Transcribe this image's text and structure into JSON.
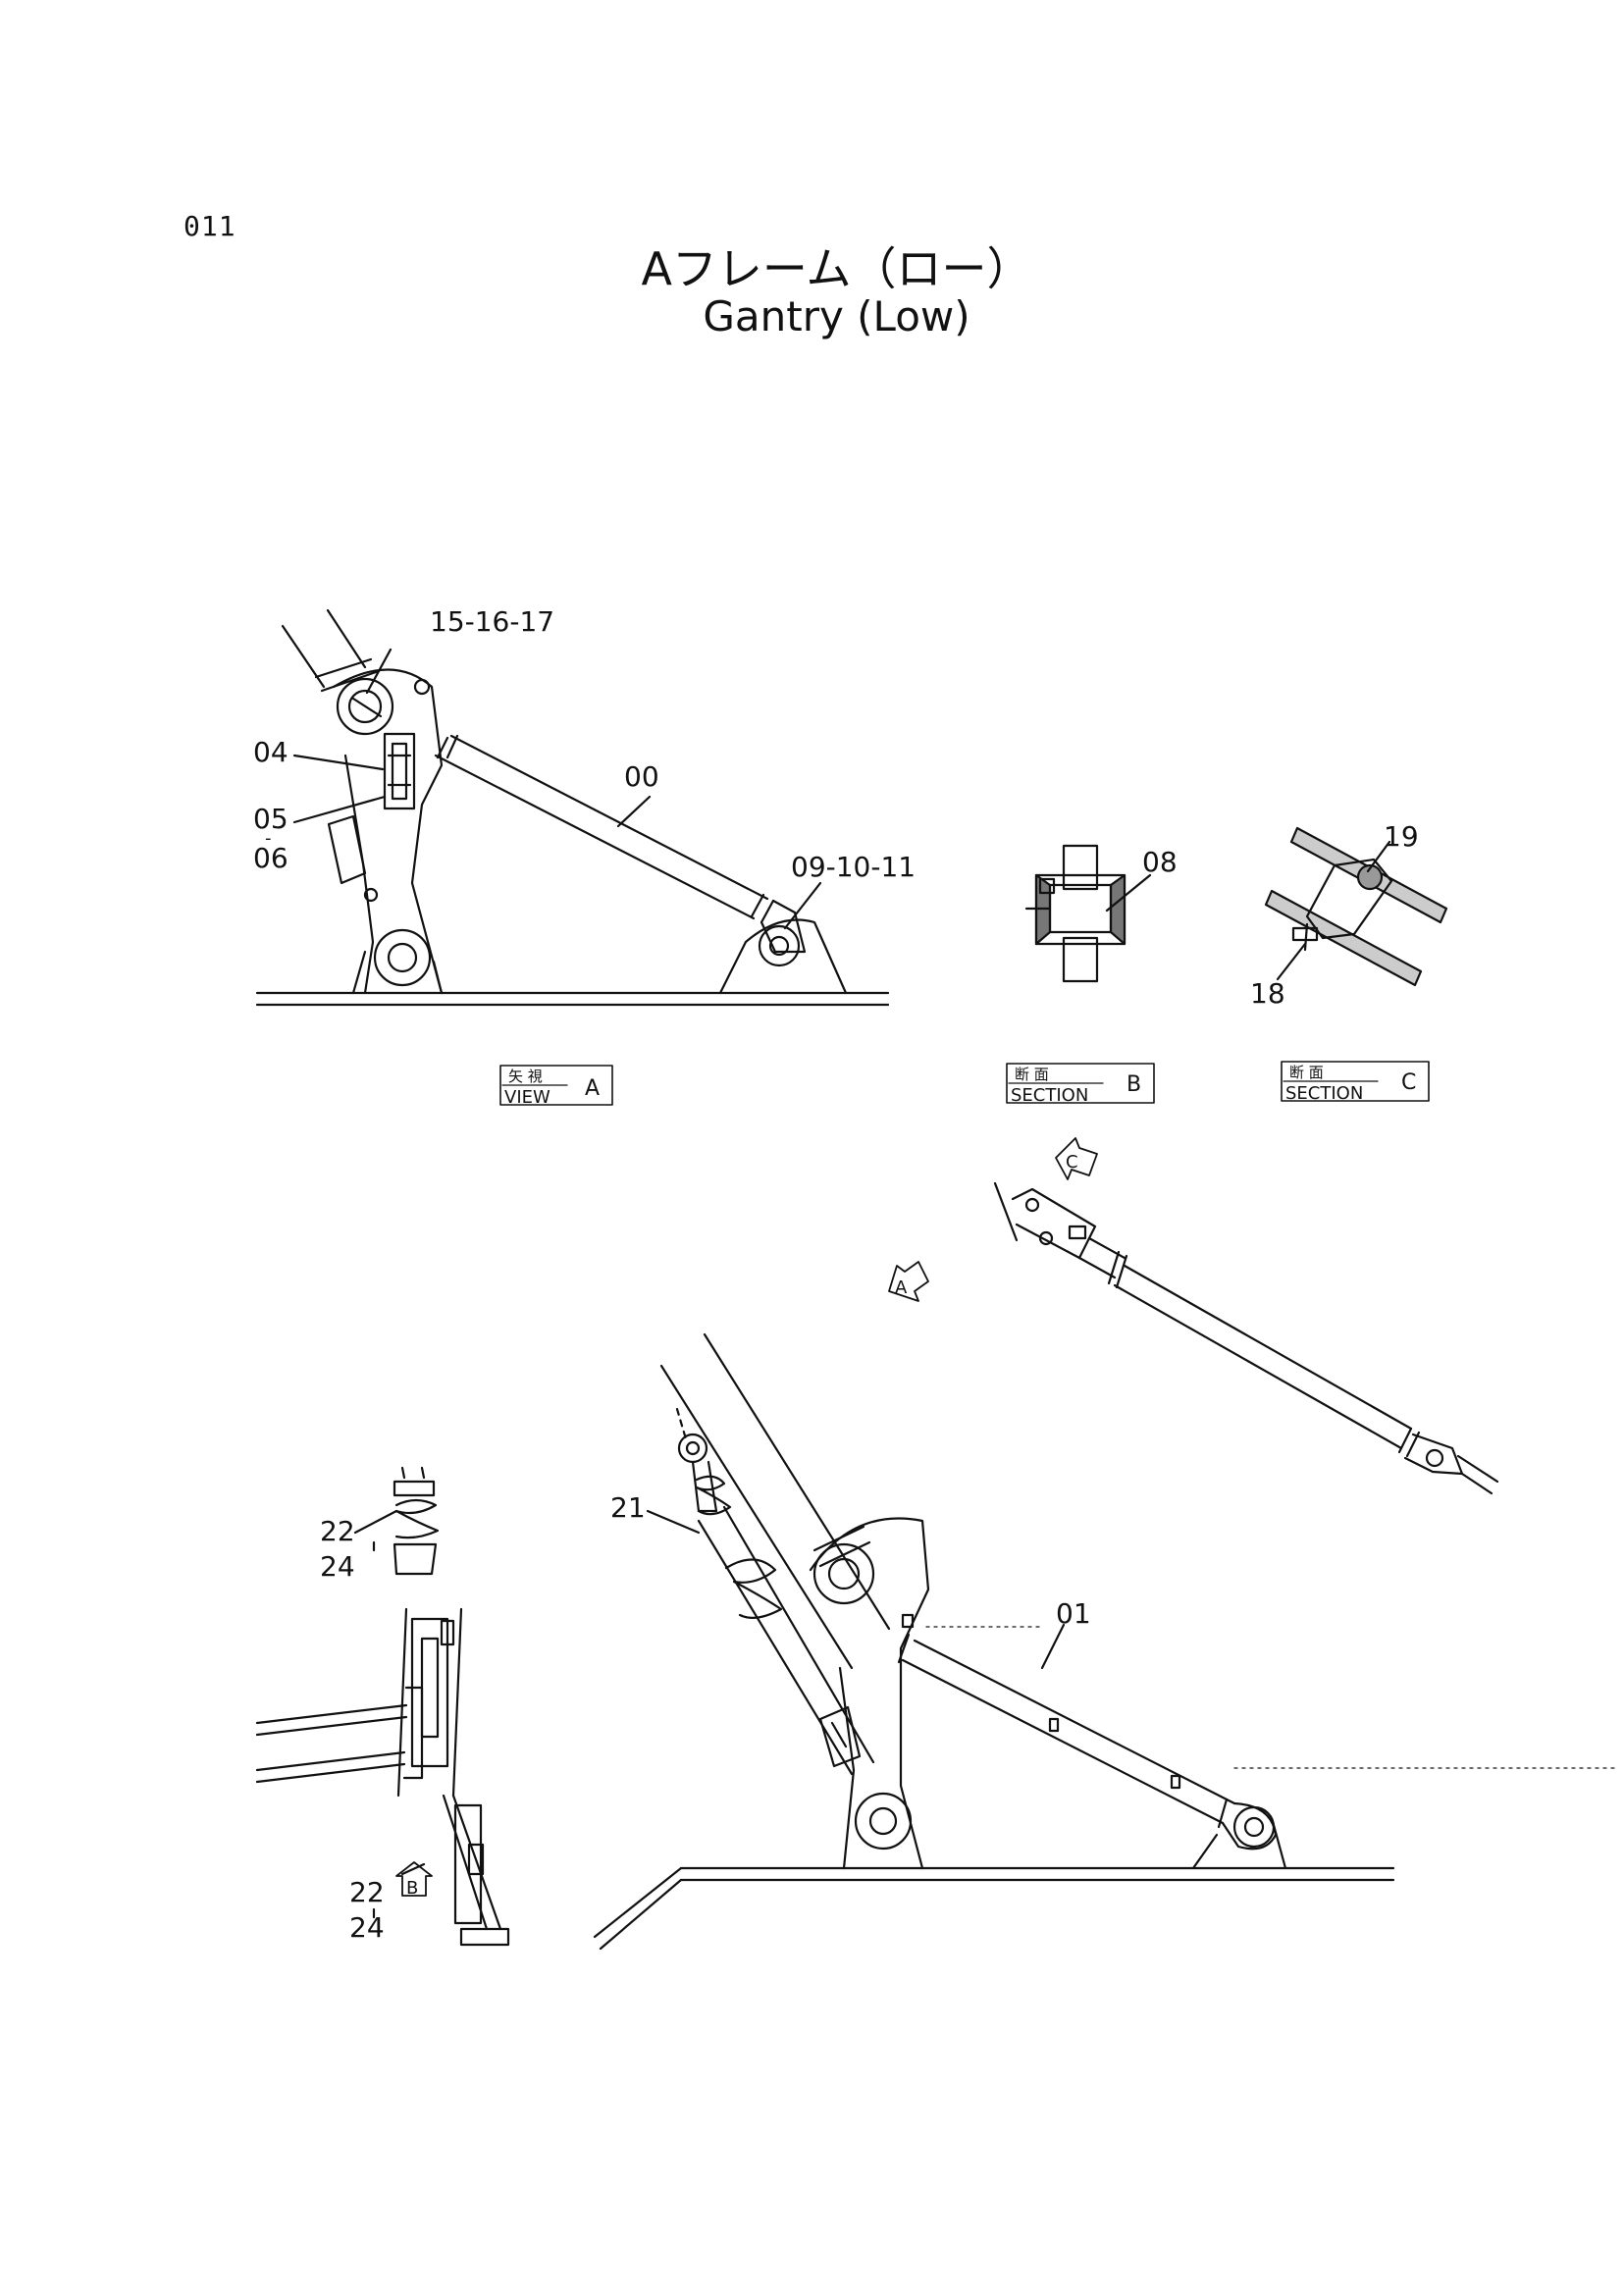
{
  "page": {
    "number": "011",
    "title_jp": "Aフレーム（ロー）",
    "title_en": "Gantry (Low)"
  },
  "labels": {
    "p15_16_17": "15-16-17",
    "p04": "04",
    "p05": "05",
    "p05_dash": "-",
    "p06": "06",
    "p00": "00",
    "p09_10_11": "09-10-11",
    "p08": "08",
    "p19": "19",
    "p18": "18",
    "p21": "21",
    "p01": "01",
    "p22_top": "22",
    "p24_top": "24",
    "p22_bottom": "22",
    "p24_bottom": "24"
  },
  "captions": {
    "view_a": {
      "jp": "矢 視",
      "en": "VIEW",
      "letter": "A"
    },
    "section_b": {
      "jp": "断 面",
      "en": "SECTION",
      "letter": "B"
    },
    "section_c": {
      "jp": "断 面",
      "en": "SECTION",
      "letter": "C"
    }
  },
  "view_arrows": {
    "a": "A",
    "b": "B",
    "c": "C"
  }
}
